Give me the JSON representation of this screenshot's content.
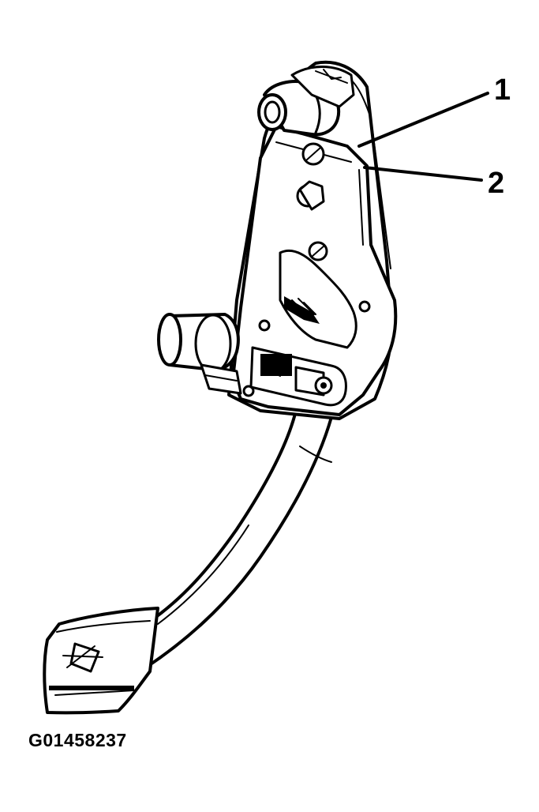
{
  "diagram": {
    "callouts": [
      {
        "id": "1",
        "label": "1"
      },
      {
        "id": "2",
        "label": "2"
      }
    ],
    "figure_id": "G01458237",
    "colors": {
      "line": "#000000",
      "background": "#ffffff"
    }
  }
}
